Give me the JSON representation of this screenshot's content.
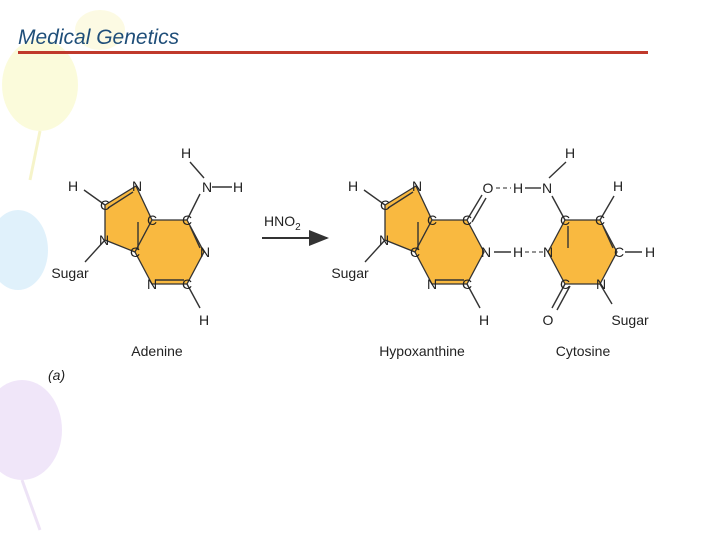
{
  "slide": {
    "title": "Medical Genetics"
  },
  "figure": {
    "reagent_main": "HNO",
    "reagent_sub": "2",
    "panel_label": "(a)",
    "sugar": "Sugar",
    "labels": {
      "adenine": "Adenine",
      "hypoxanthine": "Hypoxanthine",
      "cytosine": "Cytosine"
    },
    "atoms": {
      "H": "H",
      "N": "N",
      "C": "C",
      "O": "O"
    }
  },
  "colors": {
    "ring_fill": "#f9b940",
    "title_text": "#1f4e79",
    "title_rule": "#c0392b"
  }
}
